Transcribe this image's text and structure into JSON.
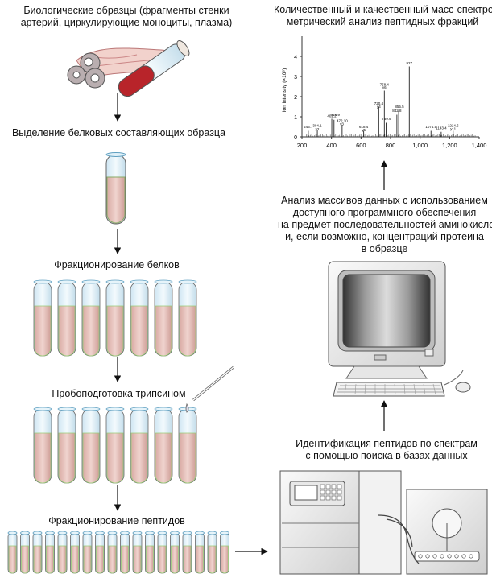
{
  "steps": {
    "samples": [
      "Биологические образцы (фрагменты стенки",
      "артерий, циркулирующие моноциты, плазма)"
    ],
    "extraction": "Выделение белковых составляющих образца",
    "protein_fractionation": "Фракционирование белков",
    "trypsin": "Пробоподготовка трипсином",
    "peptide_fractionation": "Фракционирование пептидов",
    "identification": [
      "Идентификация пептидов по спектрам",
      "с помощью поиска в базах данных"
    ],
    "analysis": [
      "Анализ массивов данных с использованием",
      "доступного программного обеспечения",
      "на предмет последовательностей аминокислот",
      "и, если возможно, концентраций протеина",
      "в образце"
    ],
    "mass_spec": [
      "Количественный и качественный масс-спектро-",
      "метрический анализ пептидных фракций"
    ]
  },
  "spectrum": {
    "ylabel": "Ion intensity (×10⁶)",
    "y_ticks": [
      "0",
      "1",
      "2",
      "3",
      "4"
    ],
    "x_ticks": [
      "200",
      "400",
      "600",
      "800",
      "1,000",
      "1,200",
      "1,400"
    ],
    "peak_labels": [
      "243.7",
      "304.1",
      "y2",
      "402.2",
      "416.9",
      "472.10",
      "y3",
      "618.4",
      "y5",
      "720.4",
      "y4",
      "758.4",
      "y6",
      "769.9",
      "842.8",
      "855.5",
      "927",
      "1074.5",
      "1143.4",
      "1224.6",
      "y11"
    ]
  },
  "chart_data": {
    "type": "bar",
    "title": "",
    "xlabel": "",
    "ylabel": "Ion intensity (×10⁶)",
    "xlim": [
      200,
      1400
    ],
    "ylim": [
      0,
      4
    ],
    "peaks": [
      {
        "x": 243,
        "y": 0.3
      },
      {
        "x": 304,
        "y": 0.35
      },
      {
        "x": 402,
        "y": 0.9
      },
      {
        "x": 417,
        "y": 0.85
      },
      {
        "x": 472,
        "y": 0.6
      },
      {
        "x": 618,
        "y": 0.3
      },
      {
        "x": 720,
        "y": 1.5
      },
      {
        "x": 758,
        "y": 2.3
      },
      {
        "x": 770,
        "y": 0.7
      },
      {
        "x": 843,
        "y": 1.1
      },
      {
        "x": 855,
        "y": 1.3
      },
      {
        "x": 927,
        "y": 3.5
      },
      {
        "x": 1074,
        "y": 0.3
      },
      {
        "x": 1143,
        "y": 0.25
      },
      {
        "x": 1224,
        "y": 0.3
      }
    ]
  },
  "colors": {
    "tube_fill": "#e8c6c0",
    "tube_glass": "#dff0f8",
    "tube_rim": "#7fb3cc",
    "blood": "#b8242a"
  }
}
